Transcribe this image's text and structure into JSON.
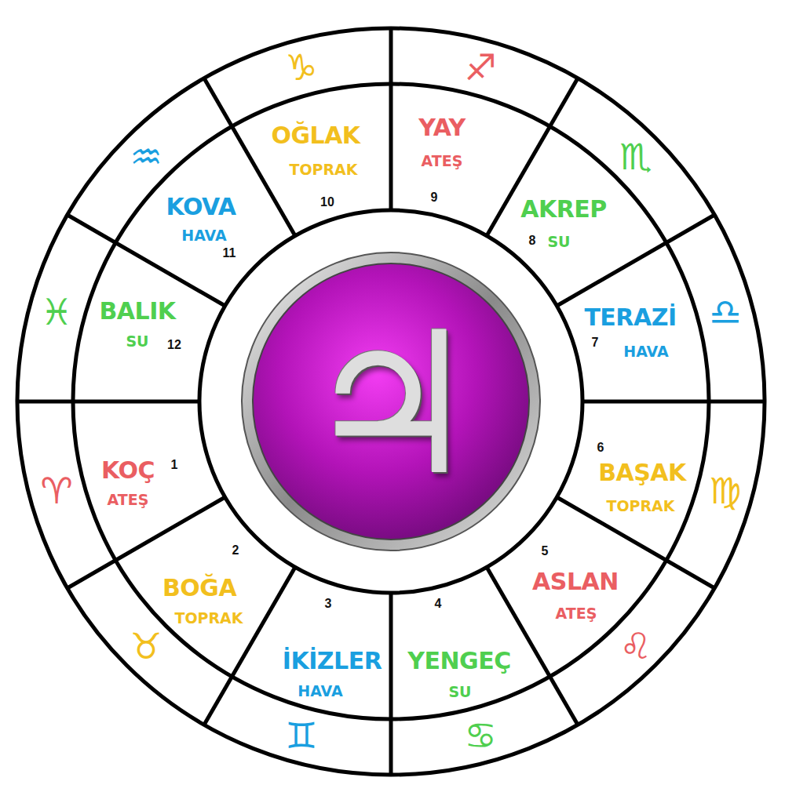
{
  "diagram": {
    "nodes": [
      {
        "text": [
          "KOÇ",
          "ATEŞ",
          "1"
        ]
      },
      {
        "text": [
          "BOĞA",
          "TOPRAK",
          "2"
        ]
      },
      {
        "text": [
          "İKİZLER",
          "HAVA",
          "3"
        ]
      },
      {
        "text": [
          "YENGEÇ",
          "SU",
          "4"
        ]
      },
      {
        "text": [
          "ASLAN",
          "ATEŞ",
          "5"
        ]
      },
      {
        "text": [
          "BAŞAK",
          "TOPRAK",
          "6"
        ]
      },
      {
        "text": [
          "TERAZİ",
          "HAVA",
          "7"
        ]
      },
      {
        "text": [
          "AKREP",
          "SU",
          "8"
        ]
      },
      {
        "text": [
          "YAY",
          "ATEŞ",
          "9"
        ]
      },
      {
        "text": [
          "OĞLAK",
          "TOPRAK",
          "10"
        ]
      },
      {
        "text": [
          "KOVA",
          "HAVA",
          "11"
        ]
      },
      {
        "text": [
          "BALIK",
          "SU",
          "12"
        ]
      },
      {
        "text": [
          "♃"
        ]
      }
    ],
    "labels": [
      "♈",
      "♉",
      "♊",
      "♋",
      "♌",
      "♍",
      "♎",
      "♏",
      "♐",
      "♑",
      "♒",
      "♓"
    ]
  }
}
